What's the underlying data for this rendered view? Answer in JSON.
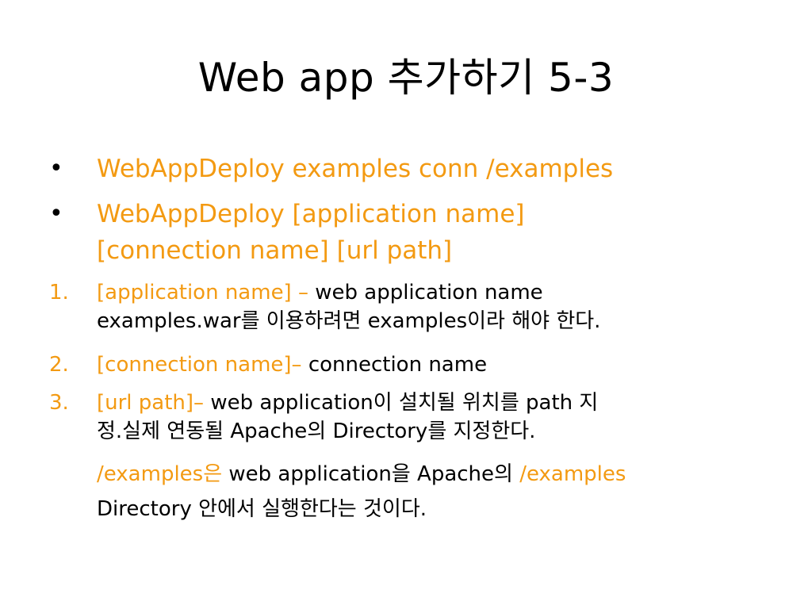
{
  "slide": {
    "title": "Web app 추가하기 5-3",
    "bullets": [
      {
        "marker": "•",
        "text": "WebAppDeploy examples conn /examples"
      },
      {
        "marker": "•",
        "line1": "WebAppDeploy [application name]",
        "line2": "[connection name] [url path]"
      }
    ],
    "numbered": [
      {
        "marker": "1.",
        "orange": "[application name] – ",
        "black_line1": "web application name",
        "black_line2": "examples.war를 이용하려면 examples이라 해야 한다."
      },
      {
        "marker": "2.",
        "orange": "[connection name]– ",
        "black_line1": "connection name"
      },
      {
        "marker": "3.",
        "orange": "[url path]– ",
        "black_line1": "web application이 설치될 위치를 path 지",
        "black_line2": "정.실제 연동될 Apache의 Directory를 지정한다."
      }
    ],
    "continuation": {
      "orange1": "/examples은",
      "black1": " web application을 Apache의 ",
      "orange2": "/examples",
      "line2": "Directory 안에서 실행한다는 것이다."
    },
    "colors": {
      "accent": "#f39a12",
      "text": "#000000",
      "background": "#ffffff"
    }
  }
}
